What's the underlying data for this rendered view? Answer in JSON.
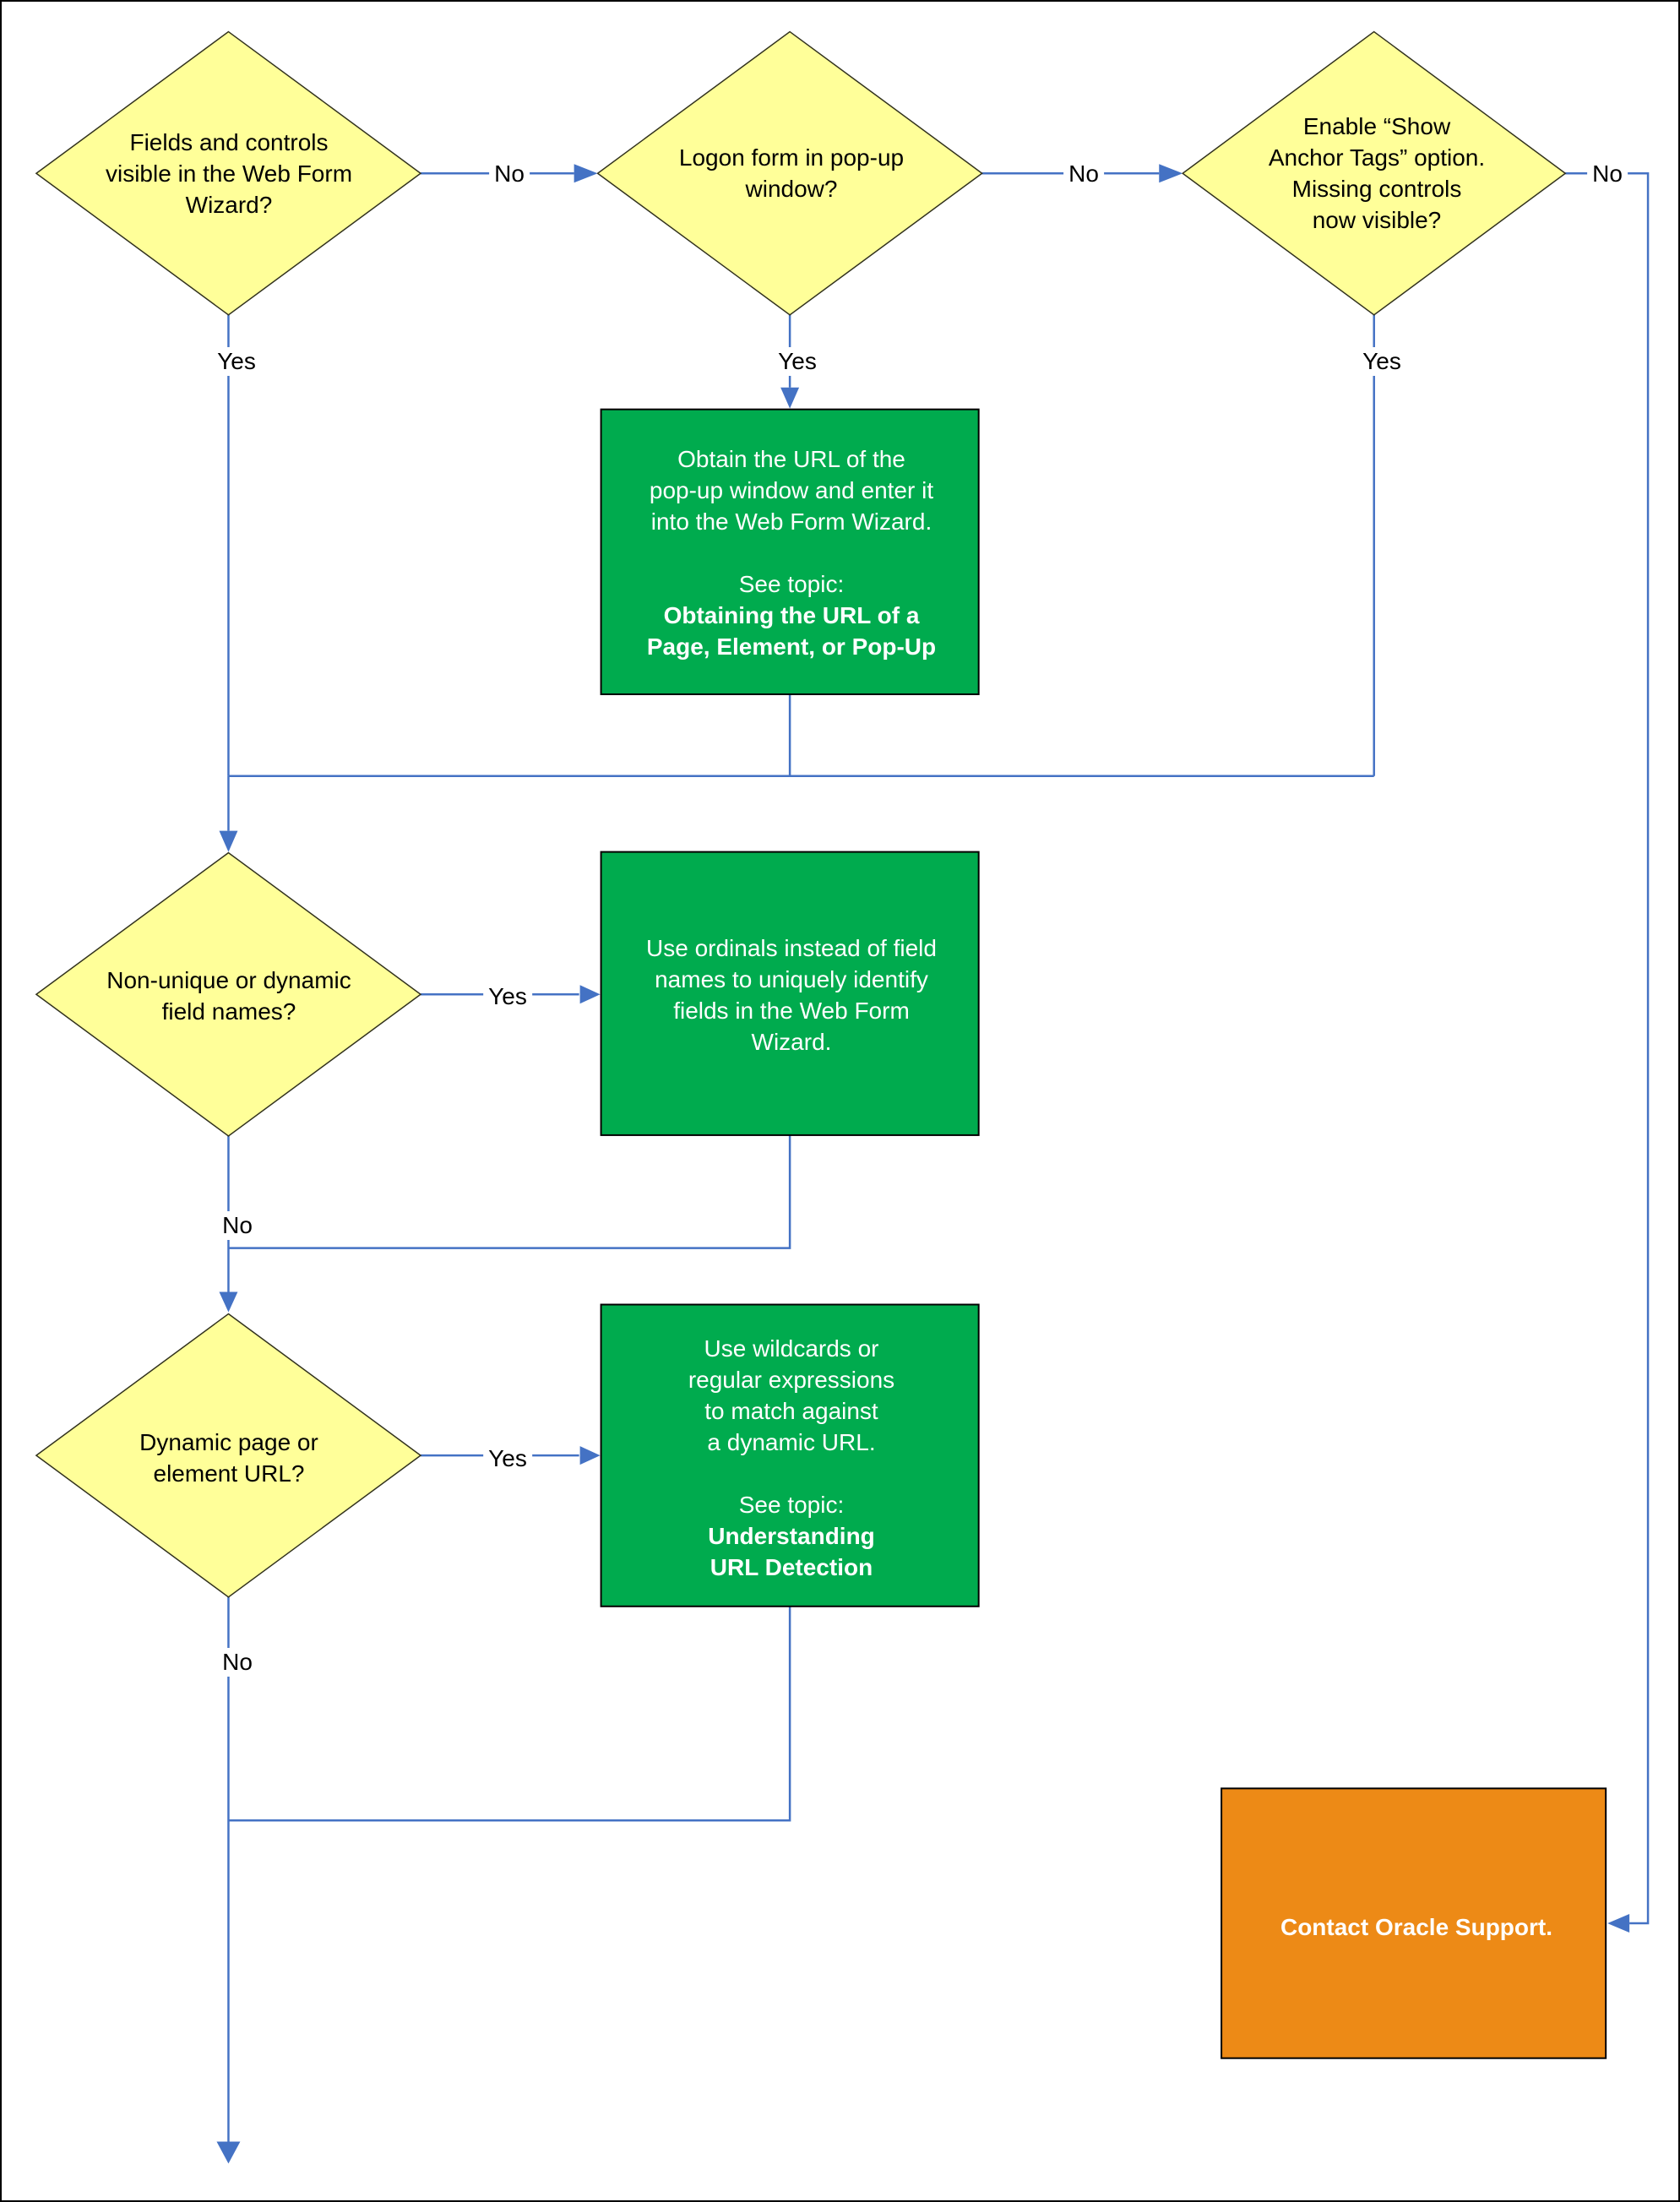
{
  "colors": {
    "decision_fill": "#FFFF99",
    "action_fill": "#00AB4E",
    "support_fill": "#ED8A16",
    "connector": "#4472C4",
    "shape_border": "#000000",
    "action_text_color": "#FFFFFF",
    "label_text_color": "#000000"
  },
  "nodes": {
    "decision_fields_visible": {
      "text": "Fields and controls\nvisible in the Web Form\nWizard?"
    },
    "decision_logon_popup": {
      "text": "Logon form in pop-up\nwindow?"
    },
    "decision_anchor_tags": {
      "text": "Enable “Show\nAnchor Tags” option.\nMissing controls\nnow visible?"
    },
    "action_obtain_url": {
      "body": "Obtain the URL of the\npop-up window and enter it\ninto the Web Form Wizard.",
      "see_topic": "See topic:",
      "topic": "Obtaining the URL of a\nPage, Element, or Pop-Up"
    },
    "decision_nonunique_fields": {
      "text": "Non-unique or dynamic\nfield names?"
    },
    "action_use_ordinals": {
      "body": "Use ordinals instead of field\nnames to uniquely identify\nfields in the Web Form\nWizard."
    },
    "decision_dynamic_url": {
      "text": "Dynamic page or\nelement URL?"
    },
    "action_use_wildcards": {
      "body": "Use wildcards or\nregular expressions\nto match against\na dynamic URL.",
      "see_topic": "See topic:",
      "topic": "Understanding\nURL Detection"
    },
    "action_contact_support": {
      "text": "Contact Oracle Support."
    }
  },
  "edge_labels": {
    "no_1": "No",
    "no_2": "No",
    "no_3": "No",
    "yes_1": "Yes",
    "yes_2": "Yes",
    "yes_3": "Yes",
    "yes_4": "Yes",
    "no_4": "No",
    "yes_5": "Yes",
    "no_5": "No"
  }
}
